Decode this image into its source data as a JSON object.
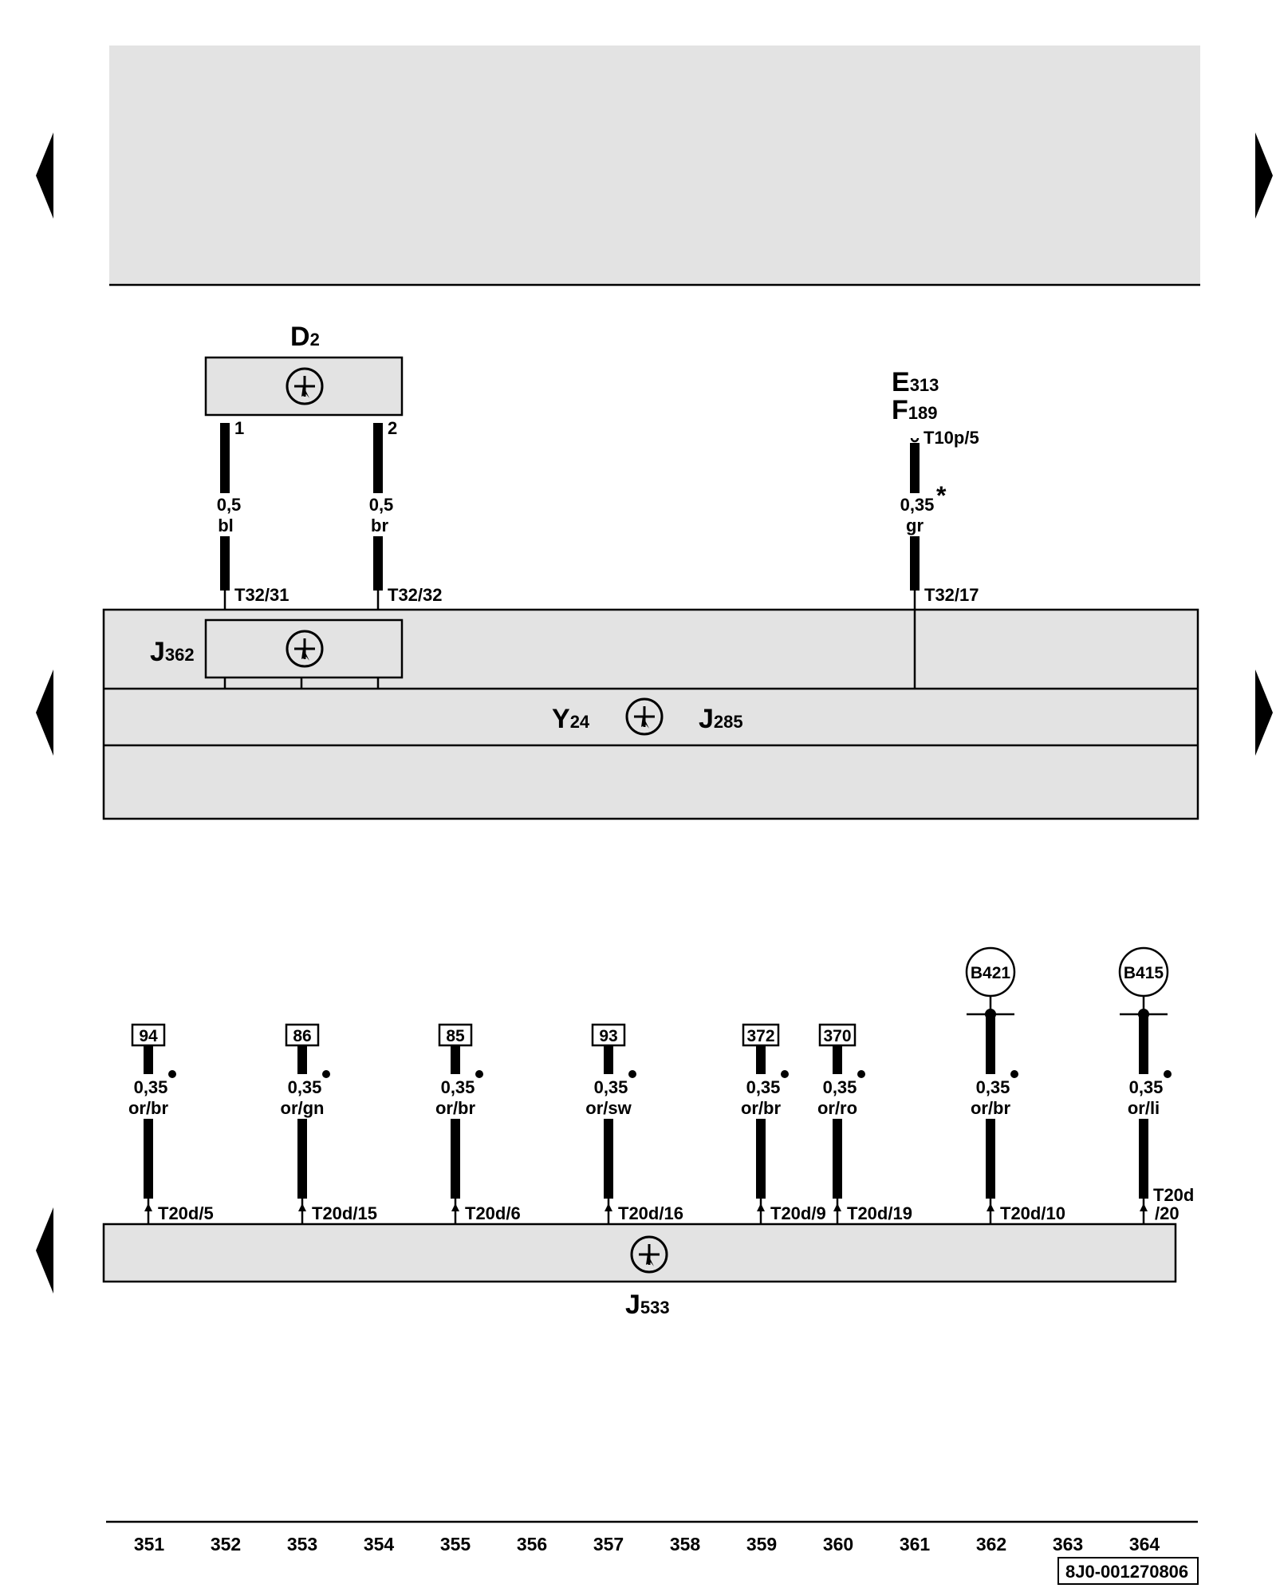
{
  "components": {
    "d2": {
      "letter": "D",
      "sub": "2"
    },
    "e313": {
      "letter": "E",
      "sub": "313"
    },
    "f189": {
      "letter": "F",
      "sub": "189"
    },
    "j362": {
      "letter": "J",
      "sub": "362"
    },
    "y24": {
      "letter": "Y",
      "sub": "24"
    },
    "j285": {
      "letter": "J",
      "sub": "285"
    },
    "j533": {
      "letter": "J",
      "sub": "533"
    }
  },
  "pins": {
    "d2_pin1": "1",
    "d2_pin2": "2",
    "e313_conn": "T10p/5",
    "t32_31": "T32/31",
    "t32_32": "T32/32",
    "t32_17": "T32/17"
  },
  "top_wires": [
    {
      "size": "0,5",
      "color": "bl"
    },
    {
      "size": "0,5",
      "color": "br"
    },
    {
      "size": "0,35",
      "color": "gr",
      "note": "*"
    }
  ],
  "bottom_wires": [
    {
      "ref": "94",
      "size": "0,35",
      "color": "or/br",
      "pin": "T20d/5"
    },
    {
      "ref": "86",
      "size": "0,35",
      "color": "or/gn",
      "pin": "T20d/15"
    },
    {
      "ref": "85",
      "size": "0,35",
      "color": "or/br",
      "pin": "T20d/6"
    },
    {
      "ref": "93",
      "size": "0,35",
      "color": "or/sw",
      "pin": "T20d/16"
    },
    {
      "ref": "372",
      "size": "0,35",
      "color": "or/br",
      "pin": "T20d/9"
    },
    {
      "ref": "370",
      "size": "0,35",
      "color": "or/ro",
      "pin": "T20d/19"
    },
    {
      "ref": "B421",
      "size": "0,35",
      "color": "or/br",
      "pin": "T20d/10"
    },
    {
      "ref": "B415",
      "size": "0,35",
      "color": "or/li",
      "pin": [
        "T20d",
        "/20"
      ]
    }
  ],
  "column_numbers": [
    "351",
    "352",
    "353",
    "354",
    "355",
    "356",
    "357",
    "358",
    "359",
    "360",
    "361",
    "362",
    "363",
    "364"
  ],
  "diagram_code": "8J0-001270806",
  "colors": {
    "panel": "#e3e3e3",
    "line": "#000000",
    "background": "#ffffff"
  },
  "icons": [
    "arrow-left-icon",
    "arrow-right-icon",
    "control-unit-symbol-icon"
  ]
}
